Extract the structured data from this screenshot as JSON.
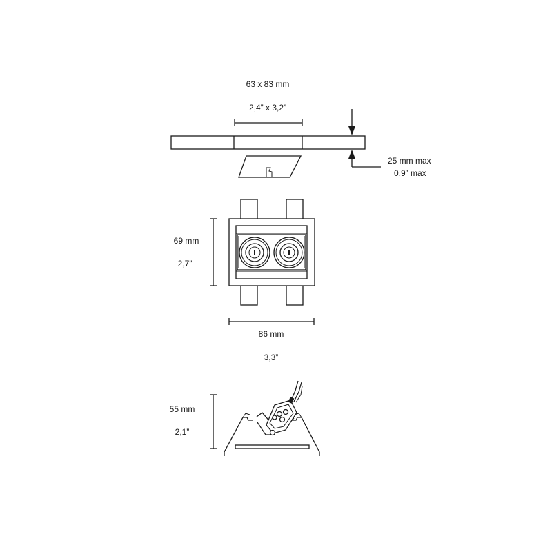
{
  "cutout": {
    "metric": "63 x 83 mm",
    "imperial": "2,4” x 3,2”",
    "ceiling_metric": "25 mm max",
    "ceiling_imperial": "0,9” max"
  },
  "front_view": {
    "height_metric": "69 mm",
    "height_imperial": "2,7”",
    "width_metric": "86 mm",
    "width_imperial": "3,3”"
  },
  "side_view": {
    "depth_metric": "55 mm",
    "depth_imperial": "2,1”"
  },
  "icons": [
    "arrow-down-icon",
    "arrow-up-icon",
    "spot-lamp-icon",
    "spot-lamp-icon"
  ],
  "colors": {
    "line": "#1a1a1a",
    "background": "#ffffff"
  }
}
